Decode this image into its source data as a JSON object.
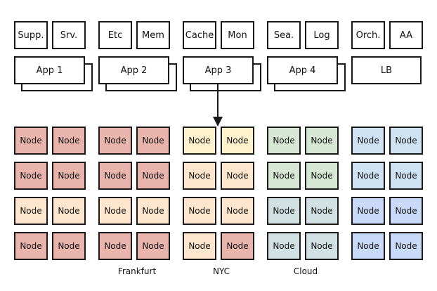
{
  "columns": [
    {
      "services": [
        "Supp.",
        "Srv."
      ],
      "app": "App 1",
      "stacked": true,
      "nodes": [
        [
          "#e8b4ab",
          "#e8b4ab"
        ],
        [
          "#e8b4ab",
          "#e8b4ab"
        ],
        [
          "#fde6cd",
          "#fde6cd"
        ],
        [
          "#e8b4ab",
          "#e8b4ab"
        ]
      ],
      "region": ""
    },
    {
      "services": [
        "Etc",
        "Mem"
      ],
      "app": "App 2",
      "stacked": true,
      "nodes": [
        [
          "#e8b4ab",
          "#e8b4ab"
        ],
        [
          "#e8b4ab",
          "#e8b4ab"
        ],
        [
          "#fde6cd",
          "#fde6cd"
        ],
        [
          "#e8b4ab",
          "#e8b4ab"
        ]
      ],
      "region": "Frankfurt"
    },
    {
      "services": [
        "Cache",
        "Mon"
      ],
      "app": "App 3",
      "stacked": true,
      "nodes": [
        [
          "#fff2cc",
          "#fff2cc"
        ],
        [
          "#fde6cd",
          "#fde6cd"
        ],
        [
          "#fde6cd",
          "#fde6cd"
        ],
        [
          "#fde6cd",
          "#e8b4ab"
        ]
      ],
      "region": "NYC"
    },
    {
      "services": [
        "Sea.",
        "Log"
      ],
      "app": "App 4",
      "stacked": true,
      "nodes": [
        [
          "#d6e8d4",
          "#d6e8d4"
        ],
        [
          "#d6e8d4",
          "#d6e8d4"
        ],
        [
          "#d0e0e3",
          "#d0e0e3"
        ],
        [
          "#d0e0e3",
          "#d0e0e3"
        ]
      ],
      "region": "Cloud"
    },
    {
      "services": [
        "Orch.",
        "AA"
      ],
      "app": "LB",
      "stacked": false,
      "nodes": [
        [
          "#cfe2f3",
          "#cfe2f3"
        ],
        [
          "#cfe2f3",
          "#cfe2f3"
        ],
        [
          "#c9daf8",
          "#c9daf8"
        ],
        [
          "#c9daf8",
          "#c9daf8"
        ]
      ],
      "region": ""
    }
  ],
  "node_label": "Node",
  "border_color": "#1a1a1a"
}
